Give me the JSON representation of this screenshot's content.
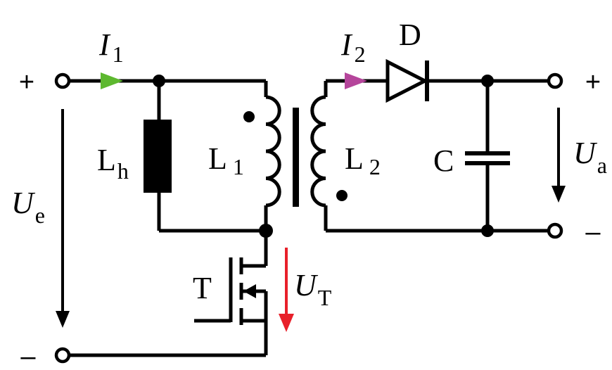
{
  "terminals": {
    "input_plus": "+",
    "input_minus": "–",
    "output_plus": "+",
    "output_minus": "–"
  },
  "labels": {
    "i1": {
      "main": "I",
      "sub": "1"
    },
    "i2": {
      "main": "I",
      "sub": "2"
    },
    "ue": {
      "main": "U",
      "sub": "e"
    },
    "ua": {
      "main": "U",
      "sub": "a"
    },
    "ut": {
      "main": "U",
      "sub": "T"
    },
    "lh": {
      "main": "L",
      "sub": "h"
    },
    "l1": {
      "main": "L",
      "sub": "1"
    },
    "l2": {
      "main": "L",
      "sub": "2"
    },
    "d": "D",
    "c": "C",
    "t": "T"
  },
  "colors": {
    "wire": "#000000",
    "arrow_i1": "#5db82f",
    "arrow_i2": "#b5459b",
    "arrow_ut": "#e8202a"
  },
  "icons": {
    "inductor_lh": "inductor-block-icon",
    "coils": "coupled-inductor-icon",
    "diode": "diode-icon",
    "capacitor": "capacitor-icon",
    "transistor": "mosfet-icon"
  }
}
